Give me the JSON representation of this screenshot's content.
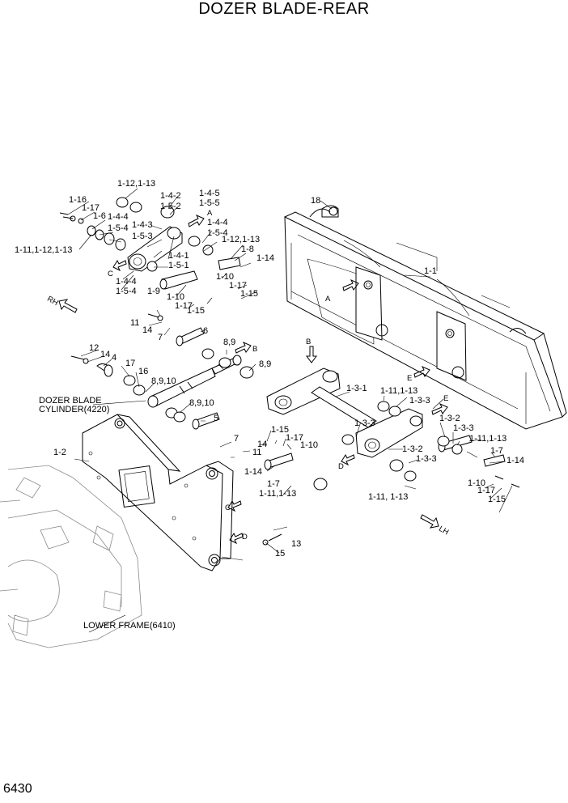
{
  "title": "DOZER BLADE-REAR",
  "page_number": "6430",
  "direction_markers": {
    "rh": "RH",
    "lh": "LH"
  },
  "view_letters": {
    "a": "A",
    "b": "B",
    "c": "C",
    "d": "D",
    "e": "E"
  },
  "callouts": {
    "c_1_1": "1-1",
    "c_1_2": "1-2",
    "c_1_3_1": "1-3-1",
    "c_1_3_2a": "1-3-2",
    "c_1_3_2b": "1-3-2",
    "c_1_3_3a": "1-3-3",
    "c_1_3_3b": "1-3-3",
    "c_1_3_3c": "1-3-3",
    "c_1_3_3d": "1-3-3",
    "c_1_4_1": "1-4-1",
    "c_1_4_2": "1-4-2",
    "c_1_4_3": "1-4-3",
    "c_1_4_4a": "1-4-4",
    "c_1_4_4b": "1-4-4",
    "c_1_4_4c": "1-4-4",
    "c_1_4_5": "1-4-5",
    "c_1_5_1": "1-5-1",
    "c_1_5_2": "1-5-2",
    "c_1_5_3": "1-5-3",
    "c_1_5_4a": "1-5-4",
    "c_1_5_4b": "1-5-4",
    "c_1_5_4c": "1-5-4",
    "c_1_5_5": "1-5-5",
    "c_1_6": "1-6",
    "c_1_7a": "1-7",
    "c_1_7b": "1-7",
    "c_1_8": "1-8",
    "c_1_9": "1-9",
    "c_1_10a": "1-10",
    "c_1_10b": "1-10",
    "c_1_10c": "1-10",
    "c_1_10d": "1-10",
    "c_1_11_1_12_1_13": "1-11,1-12,1-13",
    "c_1_11_1_13a": "1-11,1-13",
    "c_1_11_1_13b": "1-11,1-13",
    "c_1_11_1_13c": "1-11,1-13",
    "c_1_11_1_13d": "1-11, 1-13",
    "c_1_12_1_13a": "1-12,1-13",
    "c_1_12_1_13b": "1-12,1-13",
    "c_1_14a": "1-14",
    "c_1_14b": "1-14",
    "c_1_14c": "1-14",
    "c_1_15a": "1-15",
    "c_1_15b": "1-15",
    "c_1_15c": "1-15",
    "c_1_15d": "1-15",
    "c_1_16": "1-16",
    "c_1_17a": "1-17",
    "c_1_17b": "1-17",
    "c_1_17c": "1-17",
    "c_1_17d": "1-17",
    "c_1_17e": "1-17",
    "c_4": "4",
    "c_5": "5",
    "c_6": "6",
    "c_7a": "7",
    "c_7b": "7",
    "c_8_9a": "8,9",
    "c_8_9b": "8,9",
    "c_8_9_10a": "8,9,10",
    "c_8_9_10b": "8,9,10",
    "c_11a": "11",
    "c_11b": "11",
    "c_12": "12",
    "c_13": "13",
    "c_14a": "14",
    "c_14b": "14",
    "c_14c": "14",
    "c_15": "15",
    "c_16": "16",
    "c_17": "17",
    "c_18": "18"
  },
  "notes": {
    "cylinder_line1": "DOZER BLADE",
    "cylinder_line2": "CYLINDER(4220)",
    "lower_frame": "LOWER FRAME(6410)"
  }
}
